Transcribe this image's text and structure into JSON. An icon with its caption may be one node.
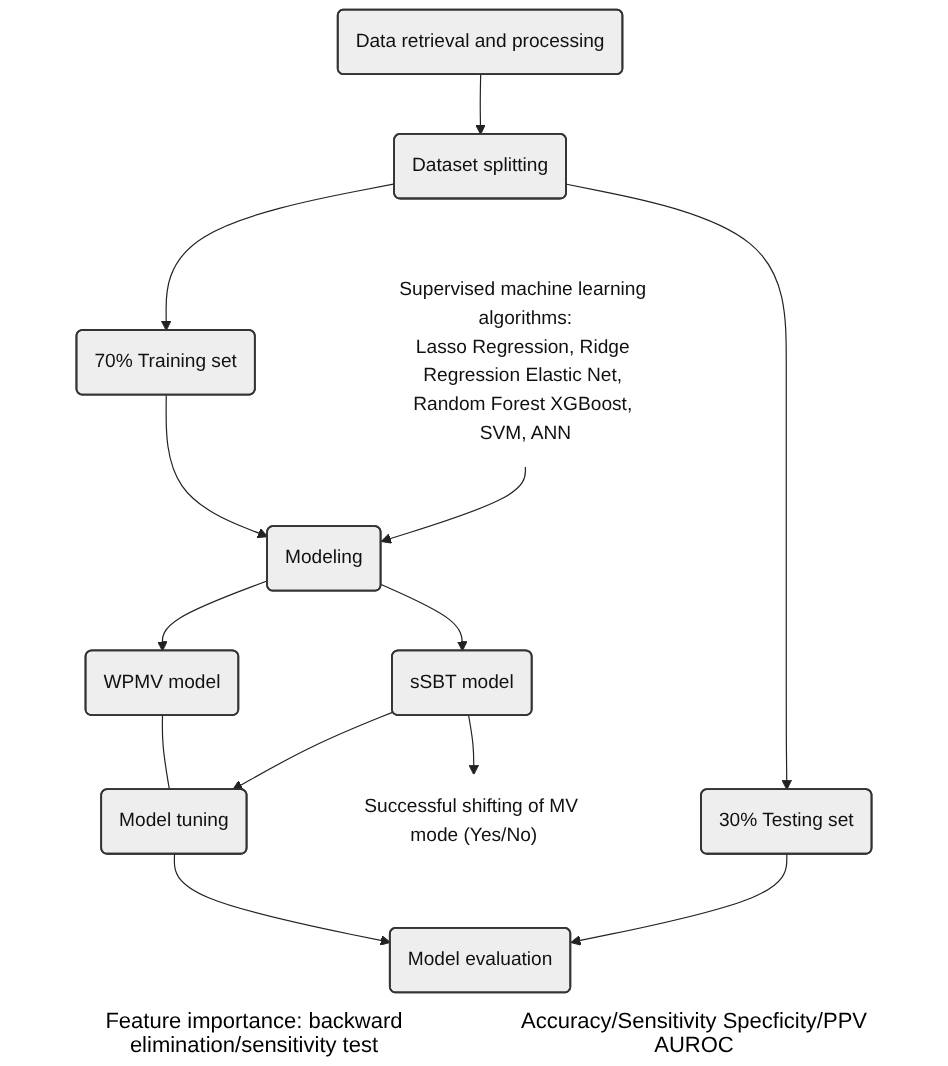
{
  "diagram": {
    "nodes": [
      {
        "text": [
          "Data retrieval and processing"
        ]
      },
      {
        "text": [
          "Dataset splitting"
        ]
      },
      {
        "text": [
          "70% Training set"
        ]
      },
      {
        "text": [
          "30% Testing set"
        ]
      },
      {
        "text": [
          "Modeling"
        ]
      },
      {
        "text": [
          "Supervised machine learning algorithms:",
          "Lasso Regression, Ridge Regression Elastic Net, Random Forest XGBoost, SVM, ANN"
        ]
      },
      {
        "text": [
          "WPMV model"
        ]
      },
      {
        "text": [
          "sSBT model"
        ]
      },
      {
        "text": [
          "Successful shifting of MV mode (Yes/No)"
        ]
      },
      {
        "text": [
          "Model tuning"
        ]
      },
      {
        "text": [
          "Model evaluation"
        ]
      }
    ],
    "edges": [
      {
        "from": 0,
        "to": 1,
        "arrow": "to"
      },
      {
        "from": 1,
        "to": 2,
        "arrow": "to"
      },
      {
        "from": 1,
        "to": 3,
        "arrow": "to"
      },
      {
        "from": 2,
        "to": 4,
        "arrow": "to"
      },
      {
        "from": 5,
        "to": 4,
        "arrow": "to"
      },
      {
        "from": 4,
        "to": 6,
        "arrow": "to"
      },
      {
        "from": 4,
        "to": 7,
        "arrow": "to"
      },
      {
        "from": 7,
        "to": 8,
        "arrow": "to"
      },
      {
        "from": 6,
        "to": 9,
        "arrow": "none"
      },
      {
        "from": 7,
        "to": 9,
        "arrow": "to"
      },
      {
        "from": 9,
        "to": 10,
        "arrow": "to"
      },
      {
        "from": 3,
        "to": 10,
        "arrow": "to"
      }
    ],
    "labels": [
      "Feature importance: backward elimination/sensitivity test",
      "Accuracy/Sensitivity Specficity/PPV AUROC"
    ]
  }
}
